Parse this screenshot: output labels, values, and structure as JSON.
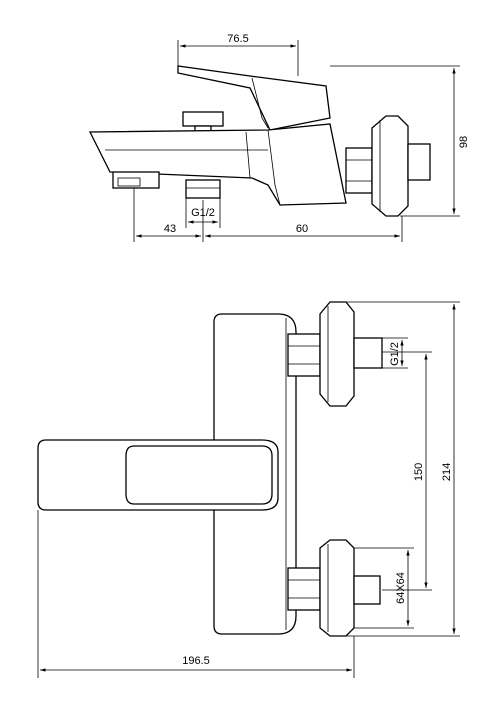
{
  "dimensions": {
    "top_handle_width": "76.5",
    "overall_height": "98",
    "outlet_thread": "G1/2",
    "spout_offset": "43",
    "body_depth": "60",
    "inlet_thread": "G1/2",
    "inlet_spacing": "150",
    "overall_span": "214",
    "nut_size": "64X64",
    "overall_length": "196.5"
  }
}
